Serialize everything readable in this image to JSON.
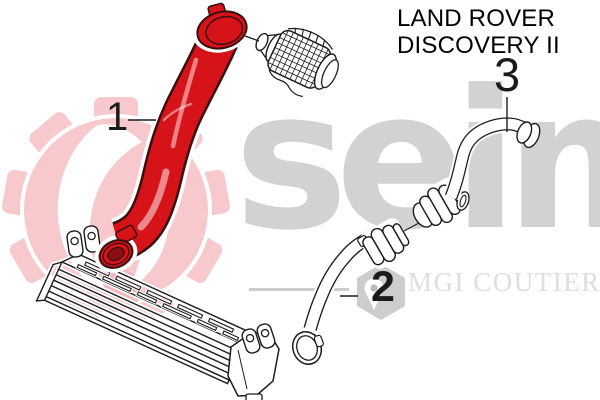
{
  "title": {
    "line1": "LAND ROVER",
    "line2": "DISCOVERY II"
  },
  "part_labels": {
    "part1": "1",
    "part2": "2",
    "part3": "3"
  },
  "watermark": {
    "brand_text": "seim",
    "partner_text": "MGI COUTIER",
    "gear_icon": "seim-gear",
    "flame_icon": "seim-flame",
    "pin_icon": "mgi-hexagon-pin"
  },
  "colors": {
    "hose_red": "#d61319",
    "hose_red_dark": "#8a0e13",
    "hose_outline": "#3a0f10",
    "hose_highlight": "#ef8285",
    "line_color": "#1c1c1c",
    "gear_pink": "#f7c9cc",
    "gear_pink_dark": "#f3b7bc",
    "seim_gray": "#d2d2d2",
    "underline_gray": "#cbcbcb",
    "mgi_gray": "#dedede",
    "hexagon_gray": "#cdcdcd",
    "hexagon_dot_gray": "#b9b9b9",
    "label_color": "#1b1b1b",
    "title_color": "#000000"
  }
}
